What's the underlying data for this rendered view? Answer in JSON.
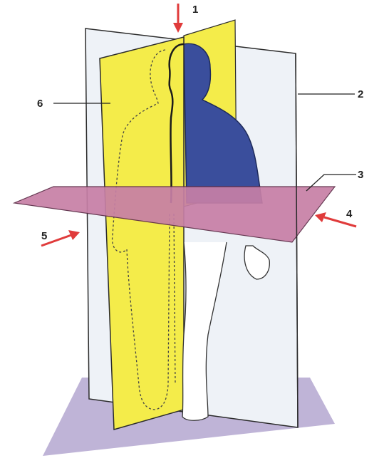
{
  "labels": [
    {
      "id": "1",
      "text": "1"
    },
    {
      "id": "2",
      "text": "2"
    },
    {
      "id": "3",
      "text": "3"
    },
    {
      "id": "4",
      "text": "4"
    },
    {
      "id": "5",
      "text": "5"
    },
    {
      "id": "6",
      "text": "6"
    }
  ],
  "colors": {
    "frontal_plane": "#eef2f7",
    "sagittal_plane": "#f4ec4a",
    "horizontal_plane": "#c77fa6",
    "floor_plane": "#a99bc9",
    "body_section": "#3a4e9c",
    "arrow": "#e03b3b",
    "outline": "#2b2b2b"
  },
  "icons": [
    "down-arrow-icon",
    "left-arrow-icon",
    "right-arrow-icon"
  ]
}
